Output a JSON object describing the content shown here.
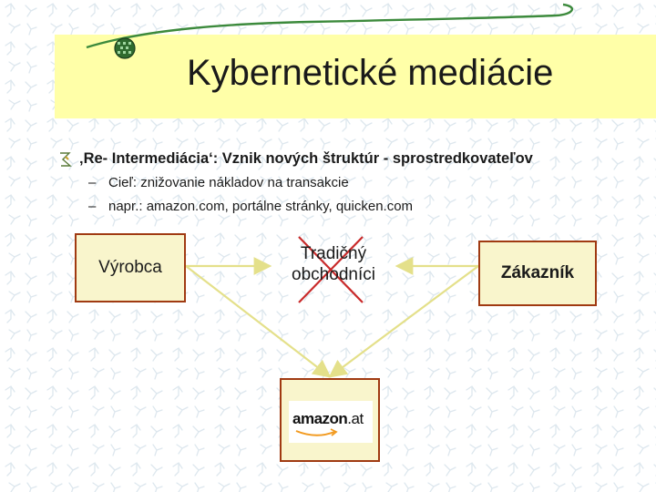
{
  "slide": {
    "title": "Kybernetické mediácie",
    "bullet": "‚Re- Intermediácia‘: Vznik nových štruktúr - sprostredkovateľov",
    "sub_bullets": [
      {
        "dash": "–",
        "text": "Cieľ: znižovanie nákladov na transakcie"
      },
      {
        "dash": "–",
        "text": "napr.: amazon.com, portálne stránky, quicken.com"
      }
    ]
  },
  "diagram": {
    "producer": "Výrobca",
    "traditional_line1": "Tradičný",
    "traditional_line2": "obchodníci",
    "customer": "Zákazník",
    "amazon_logo": {
      "name": "amazon",
      "tld": ".at"
    }
  },
  "colors": {
    "title_band": "#ffffa8",
    "box_fill": "#f9f5cc",
    "box_border": "#a03a12",
    "arrows": "#e4e08a",
    "cross": "#c92a2a",
    "deco_line": "#3c8a3c"
  }
}
